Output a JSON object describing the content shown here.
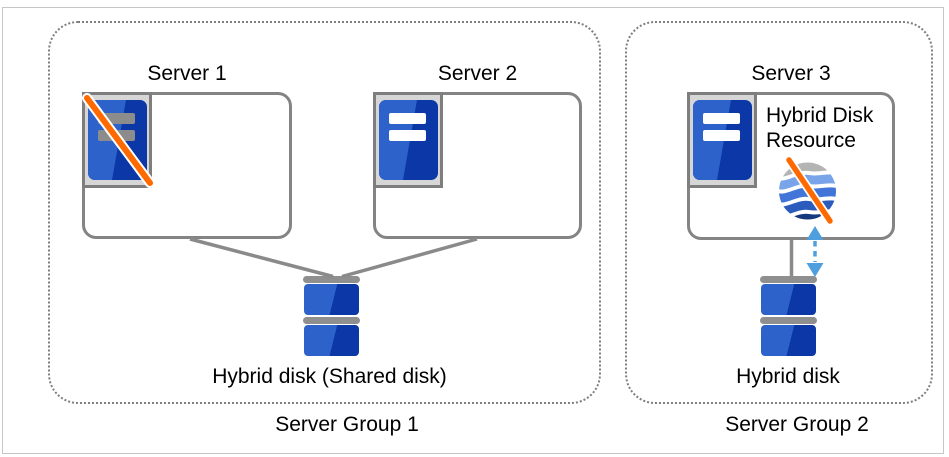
{
  "group1": {
    "label": "Server Group 1",
    "servers": [
      {
        "label": "Server 1",
        "status": "failed"
      },
      {
        "label": "Server 2",
        "status": "normal"
      }
    ],
    "disk_label": "Hybrid disk (Shared disk)"
  },
  "group2": {
    "label": "Server Group 2",
    "servers": [
      {
        "label": "Server 3",
        "status": "normal"
      }
    ],
    "resource": {
      "label": "Hybrid Disk Resource",
      "status": "failed"
    },
    "disk_label": "Hybrid disk"
  },
  "colors": {
    "server_blue_light": "#2d62cb",
    "server_blue_dark": "#0b38a6",
    "failure_orange": "#ff6a00",
    "disk_bar_gray": "#8f8f8f",
    "line_gray": "#8a8a8a",
    "arrow_blue": "#4f9fdf",
    "frame_fill": "#d6d6d6",
    "globe_gray": "#b4b4b4",
    "globe_blues": [
      "#79a4e9",
      "#4176d8",
      "#2b5cbd",
      "#16397e"
    ]
  },
  "icons": {
    "server": "server-tower-icon",
    "failure": "orange-slash-icon",
    "hybrid_disk_resource": "striped-globe-icon",
    "hybrid_disk": "stacked-disk-icon",
    "sync_arrow": "dashed-double-arrow-icon"
  }
}
